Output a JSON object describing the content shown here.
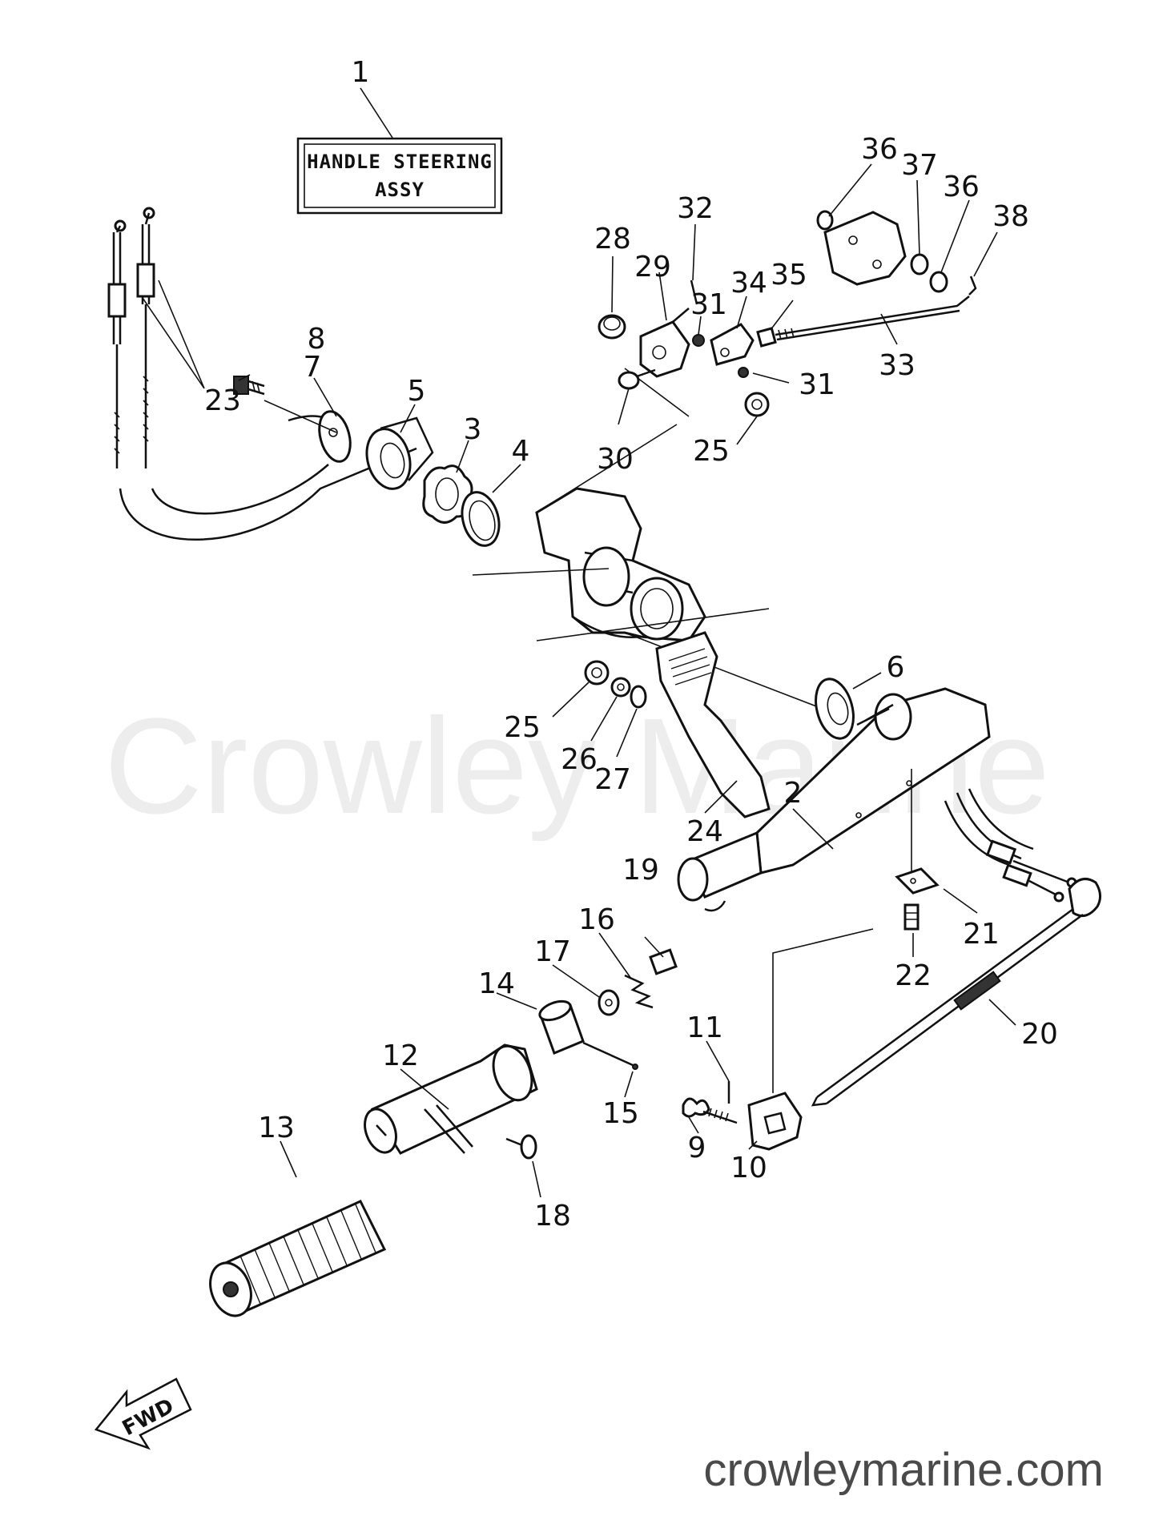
{
  "title_box": {
    "line1": "HANDLE STEERING",
    "line2": "ASSY"
  },
  "watermark": "Crowley Marine",
  "footer": "crowleymarine.com",
  "direction": {
    "label": "FWD",
    "icon": "forward-arrow-icon"
  },
  "parts": [
    {
      "number": "1"
    },
    {
      "number": "2"
    },
    {
      "number": "3"
    },
    {
      "number": "4"
    },
    {
      "number": "5"
    },
    {
      "number": "6"
    },
    {
      "number": "7"
    },
    {
      "number": "8"
    },
    {
      "number": "9"
    },
    {
      "number": "10"
    },
    {
      "number": "11"
    },
    {
      "number": "12"
    },
    {
      "number": "13"
    },
    {
      "number": "14"
    },
    {
      "number": "15"
    },
    {
      "number": "16"
    },
    {
      "number": "17"
    },
    {
      "number": "18"
    },
    {
      "number": "19"
    },
    {
      "number": "20"
    },
    {
      "number": "21"
    },
    {
      "number": "22"
    },
    {
      "number": "23"
    },
    {
      "number": "24"
    },
    {
      "number": "25"
    },
    {
      "number": "25"
    },
    {
      "number": "26"
    },
    {
      "number": "27"
    },
    {
      "number": "28"
    },
    {
      "number": "29"
    },
    {
      "number": "30"
    },
    {
      "number": "31"
    },
    {
      "number": "31"
    },
    {
      "number": "32"
    },
    {
      "number": "33"
    },
    {
      "number": "34"
    },
    {
      "number": "35"
    },
    {
      "number": "36"
    },
    {
      "number": "36"
    },
    {
      "number": "37"
    },
    {
      "number": "38"
    }
  ]
}
